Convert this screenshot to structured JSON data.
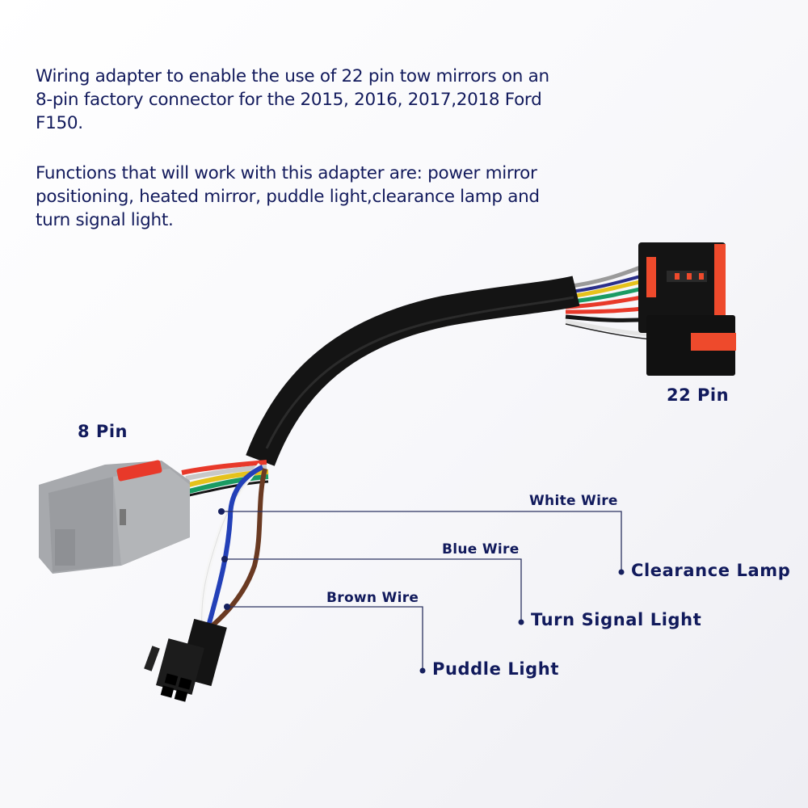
{
  "description": {
    "paragraph1": [
      "Wiring adapter to enable the use of 22 pin tow mirrors on an",
      "8-pin factory connector for the 2015, 2016, 2017,2018 Ford",
      "F150."
    ],
    "paragraph2": [
      "Functions that will work with this adapter are: power mirror",
      "positioning, heated mirror, puddle light,clearance lamp and",
      "turn signal light."
    ]
  },
  "connectors": {
    "left": {
      "label": "8 Pin",
      "color": "#a7a9ad"
    },
    "right": {
      "label": "22 Pin",
      "color": "#141414",
      "accent": "#ee4a2c"
    }
  },
  "callouts": [
    {
      "wire": "White Wire",
      "function": "Clearance Lamp",
      "wire_color": "#f4f4f4"
    },
    {
      "wire": "Blue Wire",
      "function": "Turn Signal Light",
      "wire_color": "#2340b8"
    },
    {
      "wire": "Brown Wire",
      "function": "Puddle Light",
      "wire_color": "#6a3a22"
    }
  ],
  "colors": {
    "text": "#121a5c",
    "leader_line": "#2b3260"
  }
}
